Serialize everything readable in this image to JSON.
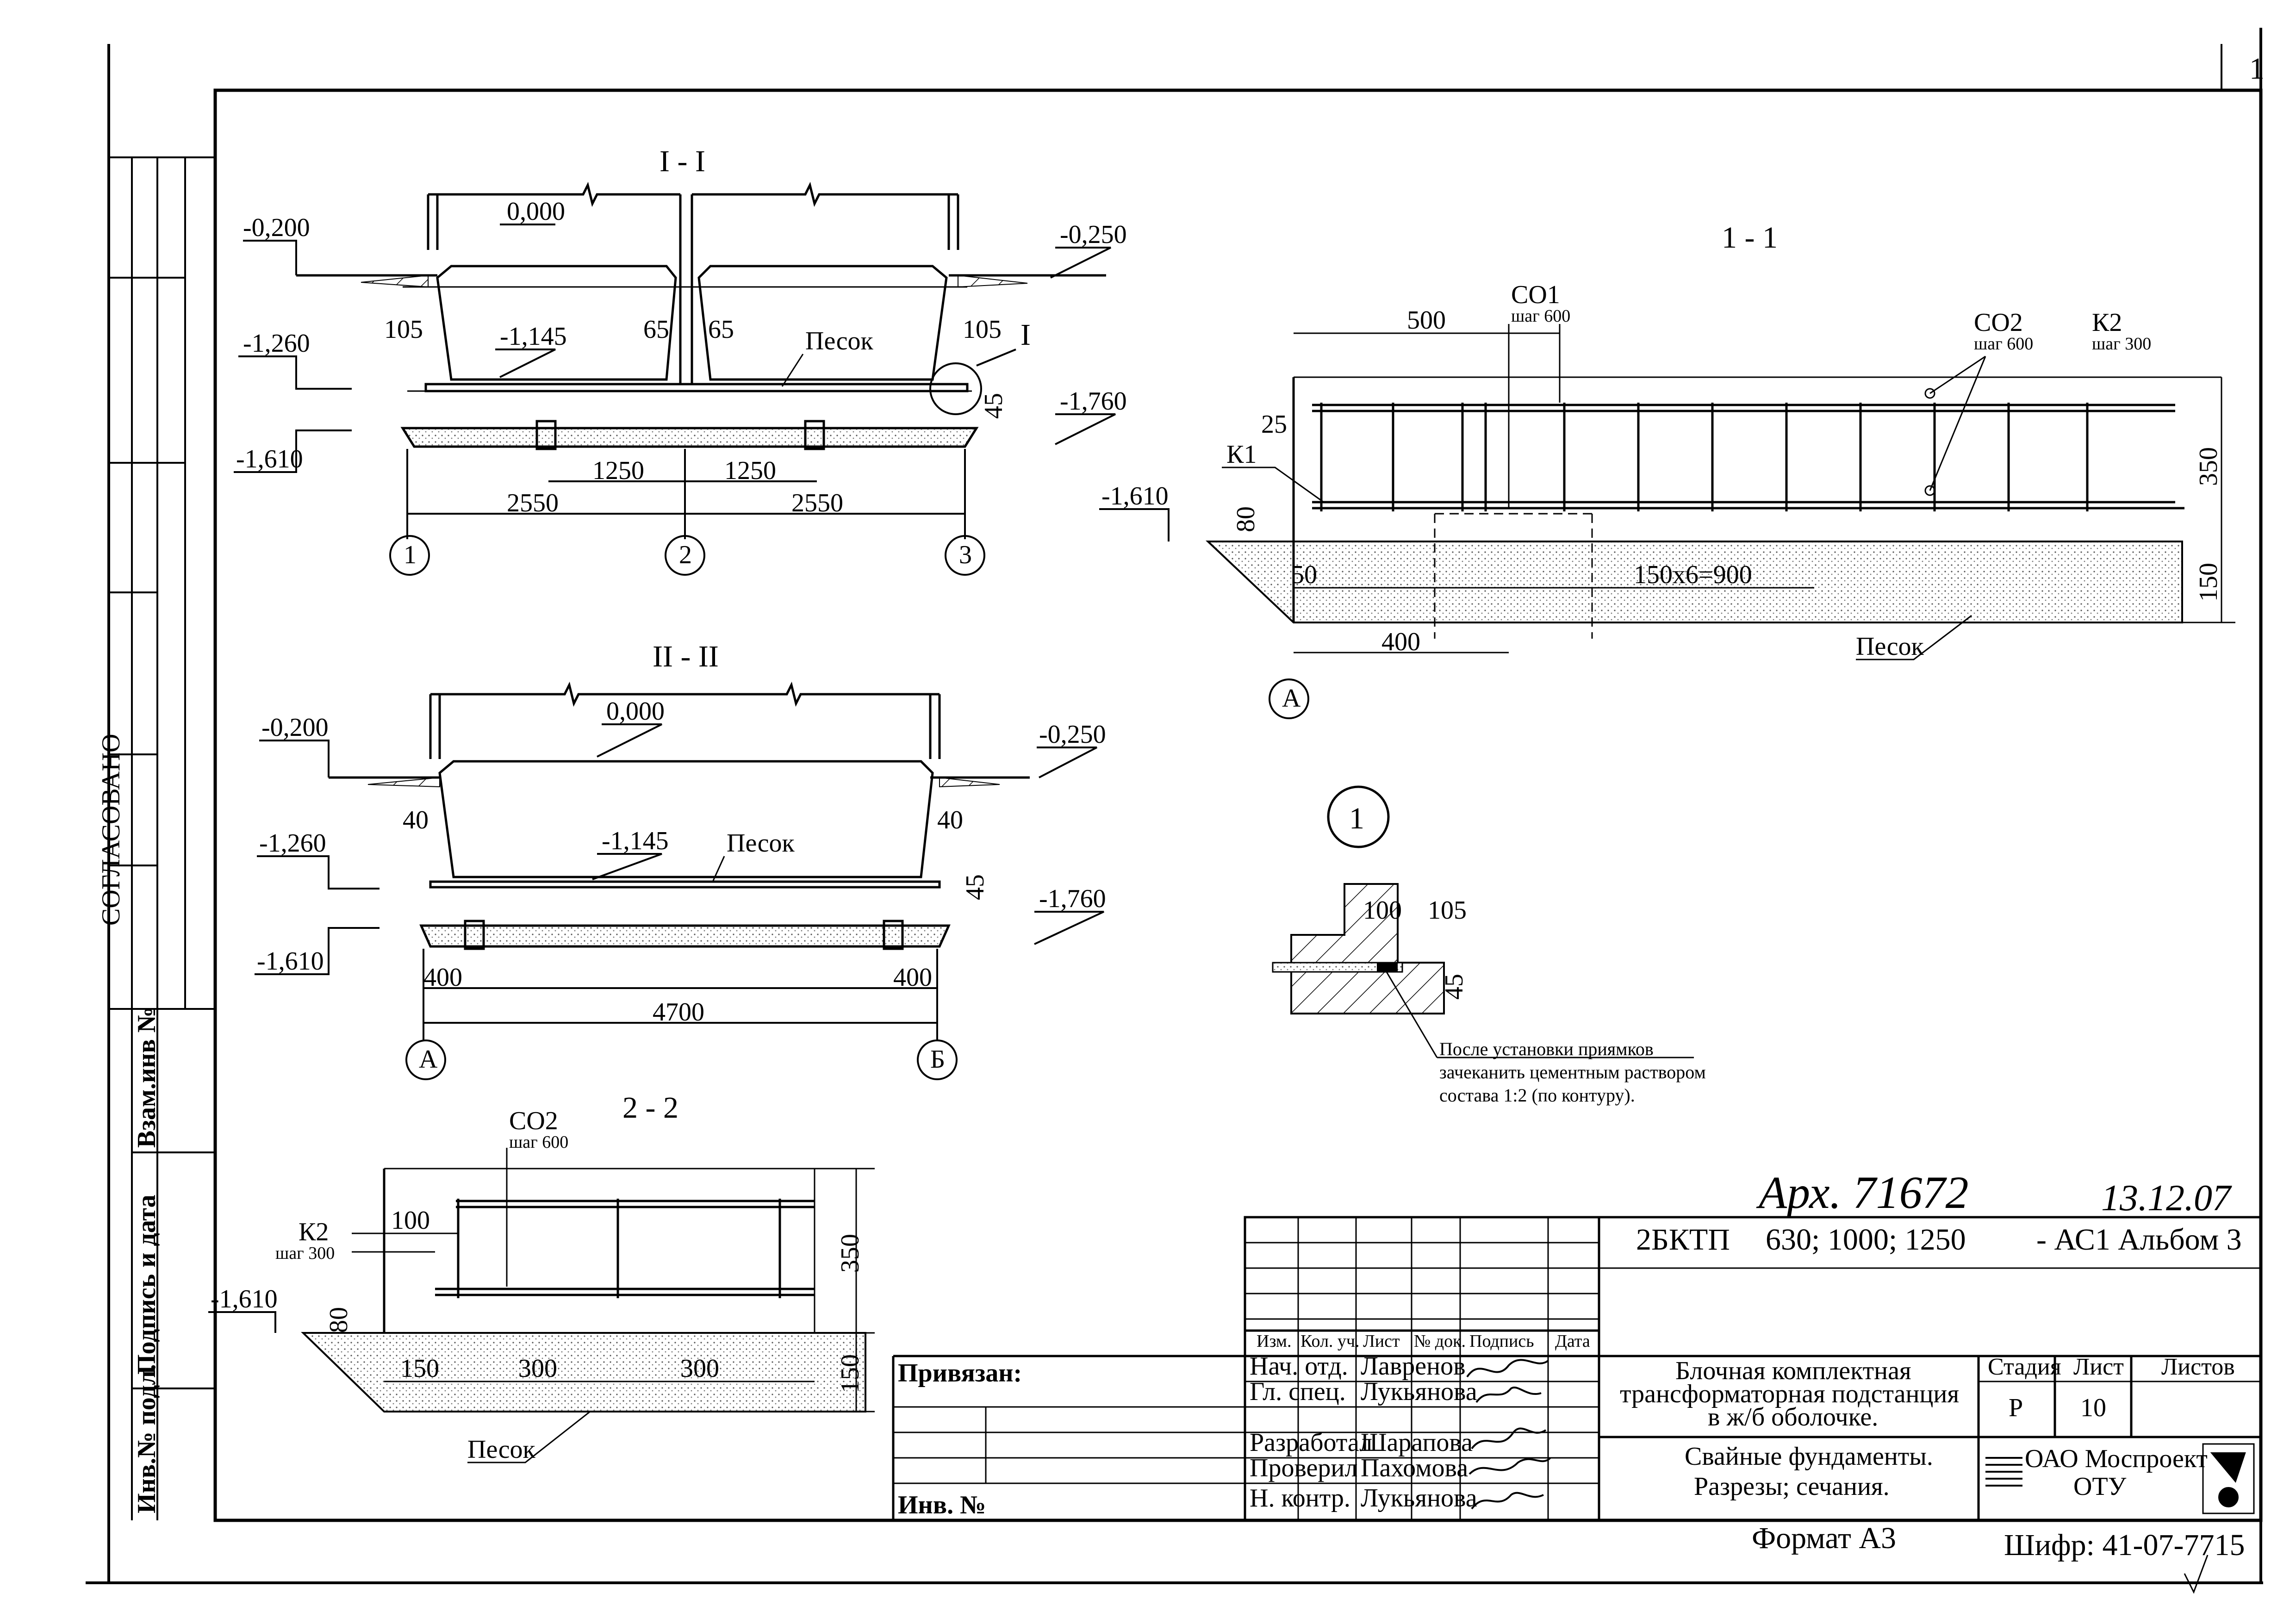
{
  "sheet_number_corner": "1",
  "side_panel": {
    "approved": "СОГЛАСОВАНО",
    "replace_inv": "Взам.инв №",
    "sign_date": "Подпись и дата",
    "inv_orig": "Инв.№ подл."
  },
  "section_I": {
    "title": "I - I",
    "level_left_top": "-0,200",
    "level_zero": "0,000",
    "level_right_top": "-0,250",
    "level_left_mid": "-1,260",
    "level_left_low": "-1,610",
    "level_floor": "-1,145",
    "level_right_low": "-1,760",
    "d105_left": "105",
    "d65_a": "65",
    "d65_b": "65",
    "d105_right": "105",
    "d45": "45",
    "sand": "Песок",
    "node_mark": "I",
    "d1250_a": "1250",
    "d1250_b": "1250",
    "d2550_a": "2550",
    "d2550_b": "2550",
    "axes": [
      "1",
      "2",
      "3"
    ]
  },
  "section_II": {
    "title": "II - II",
    "level_left_top": "-0,200",
    "level_zero": "0,000",
    "level_right_top": "-0,250",
    "level_left_mid": "-1,260",
    "level_left_low": "-1,610",
    "level_floor": "-1,145",
    "level_right_low": "-1,760",
    "d40_left": "40",
    "d40_right": "40",
    "d45": "45",
    "sand": "Песок",
    "d400_left": "400",
    "d400_right": "400",
    "d4700": "4700",
    "axes": [
      "А",
      "Б"
    ]
  },
  "section_1_1": {
    "title": "1 - 1",
    "co1": "СО1",
    "co1_step": "шаг 600",
    "co2": "СО2",
    "co2_step": "шаг 600",
    "k2": "К2",
    "k2_step": "шаг 300",
    "k1": "К1",
    "d500": "500",
    "d25": "25",
    "d350": "350",
    "d150": "150",
    "d80": "80",
    "d50": "50",
    "d_spacing": "150х6=900",
    "d400": "400",
    "level": "-1,610",
    "sand": "Песок",
    "axis": "А"
  },
  "section_2_2": {
    "title": "2 - 2",
    "co2": "СО2",
    "co2_step": "шаг 600",
    "k2": "К2",
    "k2_step": "шаг 300",
    "d100": "100",
    "d350": "350",
    "d150_right": "150",
    "d80": "80",
    "d150": "150",
    "d300_a": "300",
    "d300_b": "300",
    "level": "-1,610",
    "sand": "Песок"
  },
  "node_1": {
    "label": "1",
    "d100": "100",
    "d105": "105",
    "d45": "45",
    "note_line1": "После установки приямков",
    "note_line2": "зачеканить цементным раствором",
    "note_line3": "состава 1:2 (по контуру)."
  },
  "stamp": {
    "archive_handwritten": "Арх. 71672",
    "date_handwritten": "13.12.07",
    "product": "2БКТП",
    "power": "630; 1000; 1250",
    "code": "- АС1  Альбом 3",
    "bound": "Привязан:",
    "inv_no": "Инв. №",
    "col_headers": [
      "Изм.",
      "Кол. уч.",
      "Лист",
      "№ док.",
      "Подпись",
      "Дата"
    ],
    "rows": [
      {
        "role": "Нач. отд.",
        "name": "Лавренов"
      },
      {
        "role": "Гл. спец.",
        "name": "Лукьянова"
      },
      {
        "role": "Разработал",
        "name": "Шарапова"
      },
      {
        "role": "Проверил",
        "name": "Пахомова"
      },
      {
        "role": "Н. контр.",
        "name": "Лукьянова"
      }
    ],
    "object_line1": "Блочная комплектная",
    "object_line2": "трансформаторная подстанция",
    "object_line3": "в ж/б оболочке.",
    "sheet_title_line1": "Свайные фундаменты.",
    "sheet_title_line2": "Разрезы; сечания.",
    "stage_label": "Стадия",
    "sheet_label": "Лист",
    "sheets_label": "Листов",
    "stage_value": "Р",
    "sheet_value": "10",
    "company": "ОАО Моспроект",
    "dept": "ОТУ",
    "format": "Формат А3",
    "cipher": "Шифр: 41-07-7715"
  }
}
